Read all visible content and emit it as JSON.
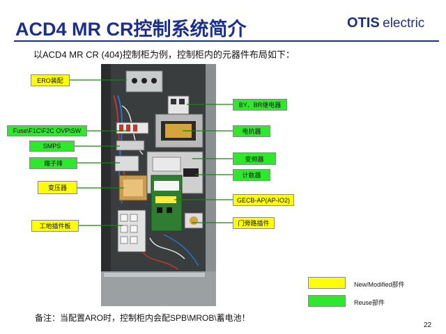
{
  "header": {
    "title": "ACD4 MR CR控制系统简介",
    "logo_word": "OTIS",
    "logo_suffix": "electric"
  },
  "subtitle": "以ACD4 MR CR (404)控制柜为例，控制柜内的元器件布局如下：",
  "labels_left": [
    "ERO装配",
    "Fuse\\F1C\\F2C OVP\\SW",
    "SMPS",
    "端子排",
    "变压器",
    "工地插件板"
  ],
  "labels_right": [
    "BY、BR继电器",
    "电抗器",
    "变频器",
    "计数器",
    "GECB-AP(AP-IO2)",
    "门旁路插件"
  ],
  "legend": {
    "new_label": "New/Modified部件",
    "reuse_label": "Reuse部件"
  },
  "colors": {
    "new_modified": "#ffff00",
    "reuse": "#2ee82e",
    "title": "#1a2f8c"
  },
  "note": "备注：当配置ARO时，控制柜内会配SPB\\MROB\\蓄电池！",
  "page_number": "22"
}
